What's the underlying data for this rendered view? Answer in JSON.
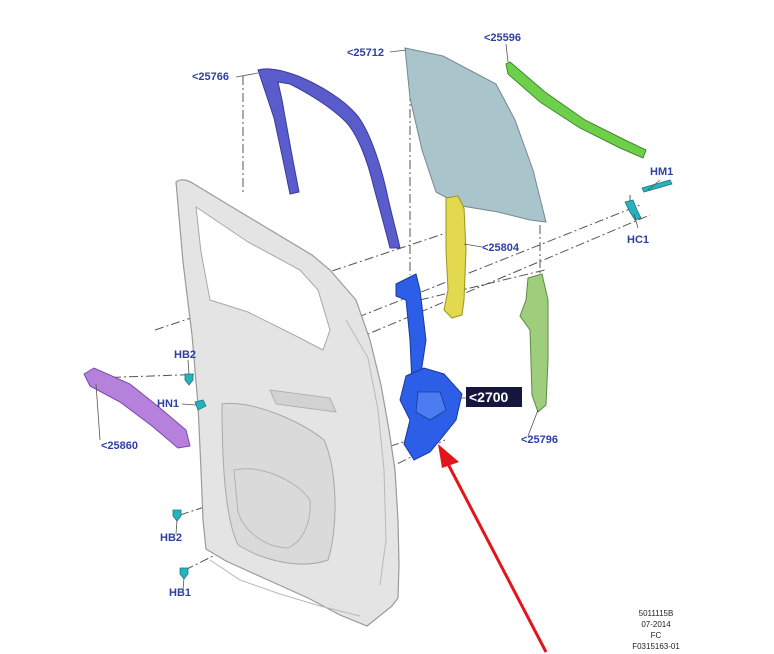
{
  "colors": {
    "label": "#2e3fa0",
    "callout_bg": "#14163e",
    "callout_text": "#ffffff",
    "arrow": "#e0161c",
    "leader": "#555555",
    "door": "#e4e4e4",
    "door_line": "#9a9a9a",
    "glass": "#a9c4cb",
    "run_channel": "#5a5ccc",
    "rear_run_channel": "#6ed04a",
    "lower_run_channel": "#9ecd7c",
    "front_channel": "#e3d94f",
    "regulator": "#2c5ee8",
    "belt_weatherstrip": "#b581dc",
    "fastener": "#27b3bd"
  },
  "labels": {
    "p25766": "<25766",
    "p25712": "<25712",
    "p25596": "<25596",
    "hm1": "HM1",
    "hc1": "HC1",
    "p25804": "<25804",
    "hb2_top": "HB2",
    "hn1": "HN1",
    "p25860": "<25860",
    "p25796": "<25796",
    "hb2_bottom": "HB2",
    "hb1": "HB1"
  },
  "callout": {
    "text": "<2700"
  },
  "footer": {
    "line1": "5011115B",
    "line2": "07-2014",
    "line3": "FC",
    "line4": "F0315163-01"
  }
}
